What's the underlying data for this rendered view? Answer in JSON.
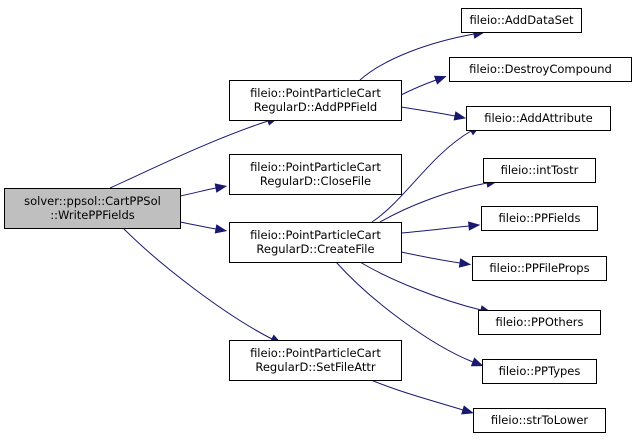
{
  "graph": {
    "edge_color": "#191970",
    "root_fill": "#bfbfbf",
    "nodes": {
      "root": [
        "solver::ppsol::CartPPSol",
        "::WritePPFields"
      ],
      "addppfield": [
        "fileio::PointParticleCart",
        "RegularD::AddPPField"
      ],
      "closefile": [
        "fileio::PointParticleCart",
        "RegularD::CloseFile"
      ],
      "createfile": [
        "fileio::PointParticleCart",
        "RegularD::CreateFile"
      ],
      "setfileattr": [
        "fileio::PointParticleCart",
        "RegularD::SetFileAttr"
      ],
      "adddataset": [
        "fileio::AddDataSet"
      ],
      "destroycompound": [
        "fileio::DestroyCompound"
      ],
      "addattribute": [
        "fileio::AddAttribute"
      ],
      "inttostr": [
        "fileio::intTostr"
      ],
      "ppfields": [
        "fileio::PPFields"
      ],
      "ppfileprops": [
        "fileio::PPFileProps"
      ],
      "ppothers": [
        "fileio::PPOthers"
      ],
      "pptypes": [
        "fileio::PPTypes"
      ],
      "strtolower": [
        "fileio::strToLower"
      ]
    },
    "edges": [
      [
        "root",
        "addppfield"
      ],
      [
        "root",
        "closefile"
      ],
      [
        "root",
        "createfile"
      ],
      [
        "root",
        "setfileattr"
      ],
      [
        "addppfield",
        "adddataset"
      ],
      [
        "addppfield",
        "destroycompound"
      ],
      [
        "addppfield",
        "addattribute"
      ],
      [
        "createfile",
        "addattribute"
      ],
      [
        "createfile",
        "inttostr"
      ],
      [
        "createfile",
        "ppfields"
      ],
      [
        "createfile",
        "ppfileprops"
      ],
      [
        "createfile",
        "ppothers"
      ],
      [
        "createfile",
        "pptypes"
      ],
      [
        "setfileattr",
        "strtolower"
      ]
    ]
  }
}
